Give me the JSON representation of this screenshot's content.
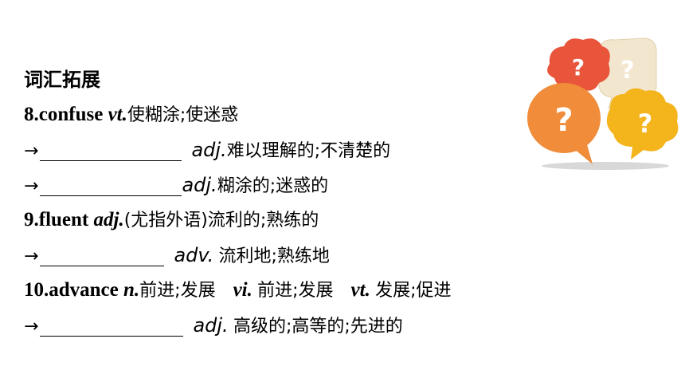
{
  "section_title": "词汇拓展",
  "entries": [
    {
      "head": "8.confuse",
      "pos": "vt.",
      "meaning": "使糊涂;使迷惑",
      "derived": [
        {
          "arrow": "→",
          "pos": "adj.",
          "meaning": "难以理解的;不清楚的"
        },
        {
          "arrow": "→",
          "pos": "adj.",
          "meaning": "糊涂的;迷惑的"
        }
      ]
    },
    {
      "head": "9.fluent",
      "pos": "adj.",
      "meaning": "(尤指外语)流利的;熟练的",
      "derived": [
        {
          "arrow": "→",
          "pos": "adv.",
          "meaning": "流利地;熟练地"
        }
      ]
    },
    {
      "head": "10.advance",
      "pos": "n.",
      "meaning": "前进;发展",
      "pos2": "vi.",
      "meaning2": "前进;发展",
      "pos3": "vt.",
      "meaning3": "发展;促进",
      "derived": [
        {
          "arrow": "→",
          "pos": "adj.",
          "meaning": "高级的;高等的;先进的"
        }
      ]
    }
  ],
  "decoration": {
    "bubble_glyph": "?",
    "colors": {
      "red": "#e8553a",
      "beige": "#f3e6cf",
      "orange": "#f08c3a",
      "yellow": "#f3b41c"
    }
  }
}
